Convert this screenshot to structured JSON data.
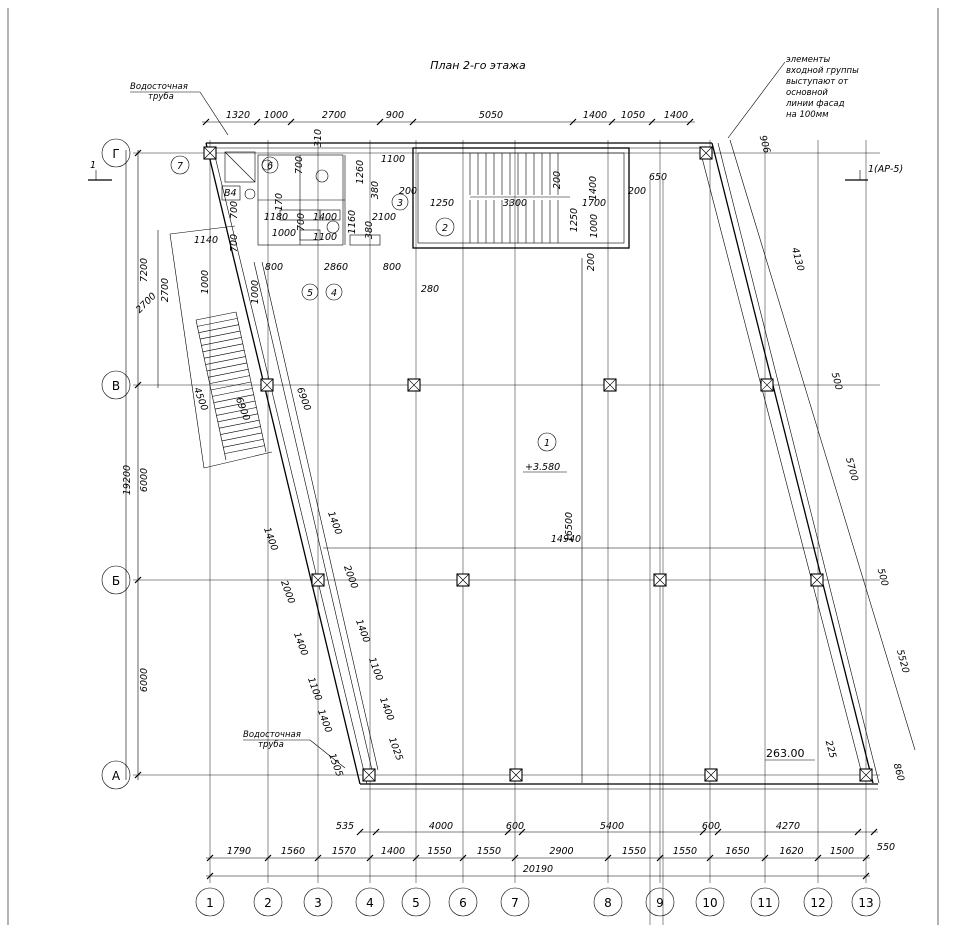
{
  "title": "План 2-го этажа",
  "notes": {
    "drain_pipe_top": [
      "Водосточная",
      "труба"
    ],
    "drain_pipe_bottom": [
      "Водосточная",
      "труба"
    ],
    "entrance_elements": [
      "элементы",
      "входной группы",
      "выступают от",
      "основной",
      "линии фасад",
      "на 100мм"
    ]
  },
  "section_marks": {
    "left": "1",
    "right": "1(АР-5)"
  },
  "axes": {
    "columns": [
      "1",
      "2",
      "3",
      "4",
      "5",
      "6",
      "7",
      "8",
      "9",
      "10",
      "11",
      "12",
      "13"
    ],
    "rows": [
      "Г",
      "В",
      "Б",
      "А"
    ]
  },
  "bottom_dims": [
    "1790",
    "1560",
    "1570",
    "1400",
    "1550",
    "1550",
    "2900",
    "1550",
    "1550",
    "1650",
    "1620",
    "1500"
  ],
  "bottom_total": "20190",
  "bottom_row2": [
    "535",
    "4000",
    "600",
    "5400",
    "600",
    "4270",
    "550"
  ],
  "top_dims": [
    "1320",
    "1000",
    "2700",
    "900",
    "5050",
    "1400",
    "1050",
    "1400"
  ],
  "left_dims": [
    "7200",
    "2700",
    "6000",
    "6000"
  ],
  "left_total": "19200",
  "right_dims": [
    "906",
    "4130",
    "500",
    "5700",
    "500",
    "5520",
    "225",
    "860"
  ],
  "interior_dims": [
    "1100",
    "1260",
    "380",
    "200",
    "1250",
    "3300",
    "1700",
    "1400",
    "200",
    "650",
    "200",
    "1250",
    "1000",
    "200",
    "1180",
    "1400",
    "2100",
    "1160",
    "380",
    "1100",
    "1000",
    "700",
    "700",
    "1140",
    "800",
    "2860",
    "800",
    "280",
    "310",
    "700",
    "170",
    "700",
    "2700",
    "1000",
    "1000",
    "4500",
    "6900",
    "6900",
    "1400",
    "1400",
    "2000",
    "2000",
    "1400",
    "1400",
    "1100",
    "1100",
    "1400",
    "1400",
    "1025",
    "1505",
    "14940",
    "16500"
  ],
  "room_marks": [
    "1",
    "2",
    "3",
    "4",
    "5",
    "6",
    "7"
  ],
  "room_tag": "В4",
  "level_mark": "+3.580",
  "elevation": "263.00"
}
